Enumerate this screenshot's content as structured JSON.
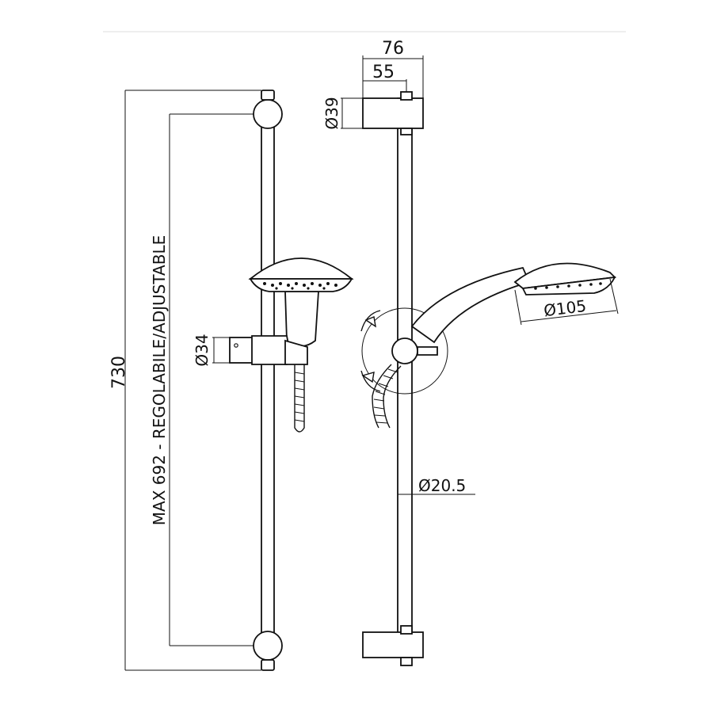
{
  "drawing": {
    "title": "",
    "dimensions": {
      "overall_length": "730",
      "adjustable_length": "MAX 692 - REGOLABILE/ADJUSTABLE",
      "holder_diameter": "Ø34",
      "bracket_width_outer": "76",
      "bracket_width_inner": "55",
      "bracket_diameter": "Ø39",
      "head_diameter": "Ø105",
      "bar_diameter": "Ø20.5"
    },
    "colors": {
      "line": "#111111",
      "background": "#ffffff"
    }
  }
}
